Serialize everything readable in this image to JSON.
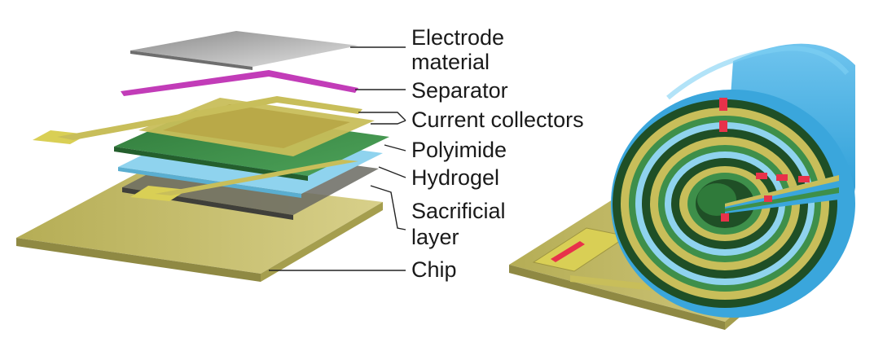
{
  "labels": {
    "electrode_line1": "Electrode",
    "electrode_line2": "material",
    "separator": "Separator",
    "current_collectors": "Current collectors",
    "polyimide": "Polyimide",
    "hydrogel": "Hydrogel",
    "sacrificial_line1": "Sacrificial",
    "sacrificial_line2": "layer",
    "chip": "Chip"
  },
  "colors": {
    "chip": "#c9c16a",
    "current_collector": "#c8be5a",
    "polyimide": "#3e8f4a",
    "hydrogel": "#8fd3ee",
    "sacrificial": "#5f5f58",
    "separator": "#c23cb8",
    "electrode": "#b8b8b8",
    "roll_outer": "#3aa6dc",
    "contact_pad": "#e8324a"
  }
}
